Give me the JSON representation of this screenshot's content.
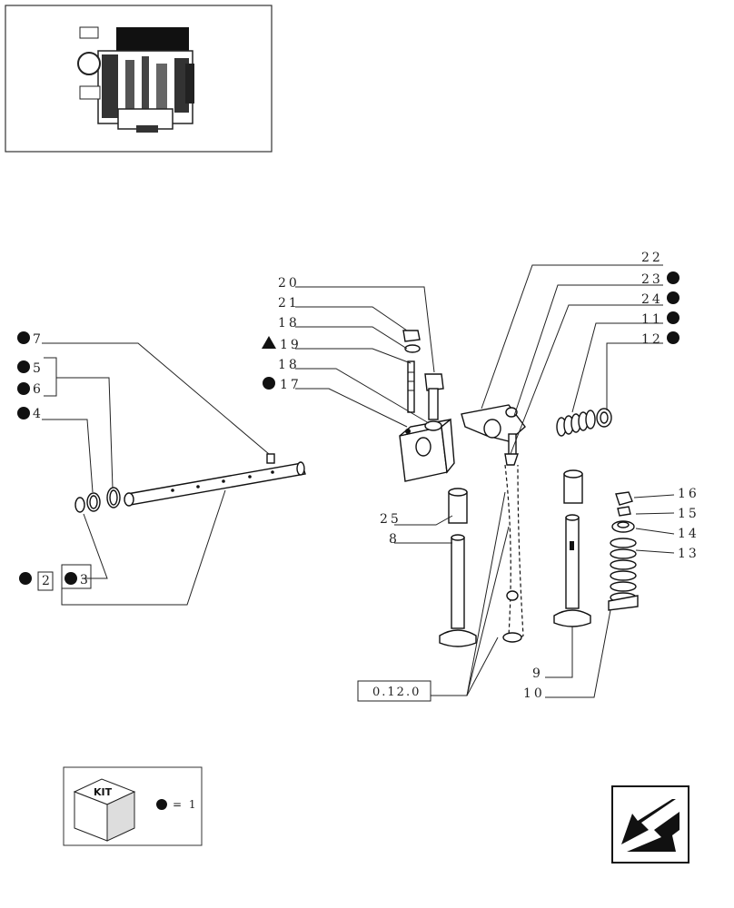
{
  "kit_legend": {
    "icon_text": "KIT",
    "equals": "= 1"
  },
  "reference_box": "0.12.0",
  "labels": {
    "p2": "2",
    "p3": "3",
    "p4": "4",
    "p5": "5",
    "p6": "6",
    "p7": "7",
    "p8": "8",
    "p9": "9",
    "p10": "10",
    "p11": "11",
    "p12": "12",
    "p13": "13",
    "p14": "14",
    "p15": "15",
    "p16": "16",
    "p17": "17",
    "p18a": "18",
    "p18b": "18",
    "p19": "19",
    "p20": "20",
    "p21": "21",
    "p22": "22",
    "p23": "23",
    "p24": "24",
    "p25": "25"
  },
  "marker_types": {
    "kit": "black-dot",
    "special": "black-triangle"
  },
  "colors": {
    "ink": "#111111",
    "paper": "#ffffff",
    "frame": "#333333"
  },
  "nav_icon": "prev-page-arrow-icon"
}
